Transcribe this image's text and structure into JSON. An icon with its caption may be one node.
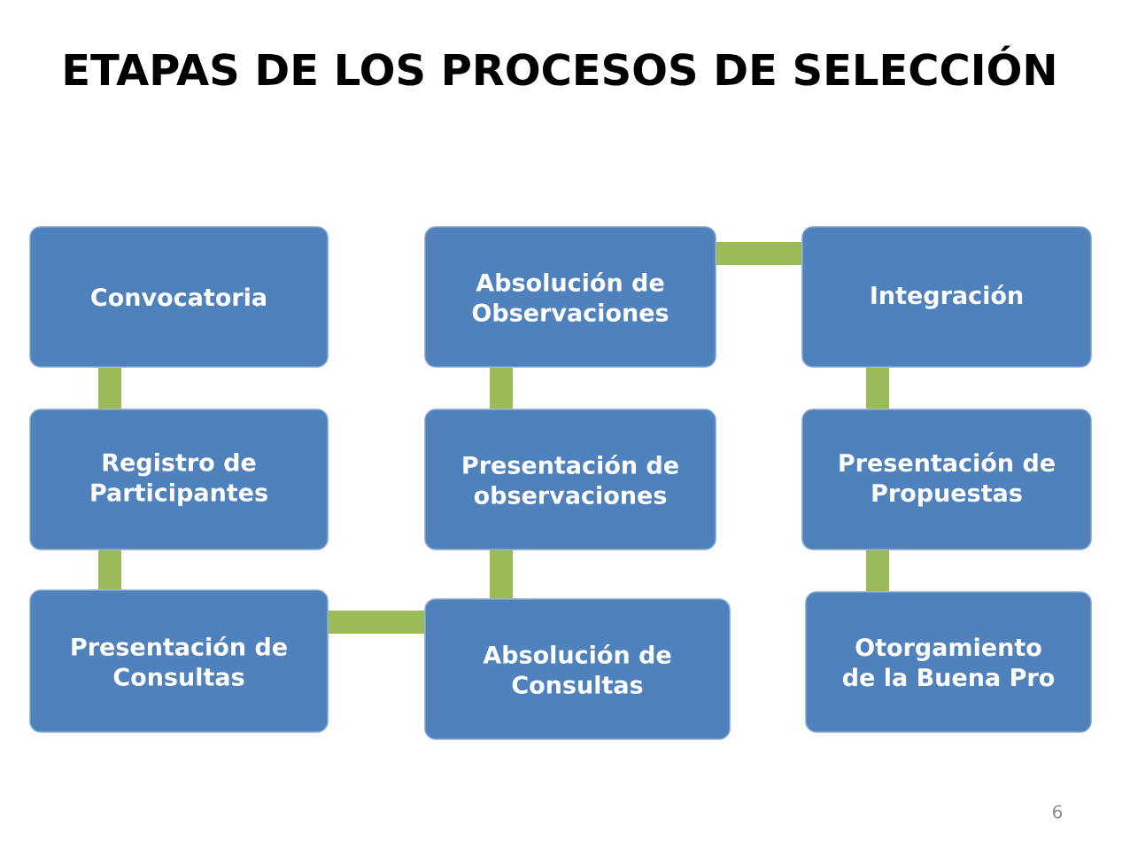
{
  "diagram": {
    "title": "ETAPAS DE LOS PROCESOS DE SELECCIÓN",
    "nodes": [
      {
        "text": [
          "Convocatoria"
        ]
      },
      {
        "text": [
          "Registro de Participantes"
        ]
      },
      {
        "text": [
          "Presentación de Consultas"
        ]
      },
      {
        "text": [
          "Absolución de Observaciones"
        ]
      },
      {
        "text": [
          "Presentación de observaciones"
        ]
      },
      {
        "text": [
          "Absolución de Consultas"
        ]
      },
      {
        "text": [
          "Integración"
        ]
      },
      {
        "text": [
          "Presentación de Propuestas"
        ]
      },
      {
        "text": [
          "Otorgamiento de la Buena Pro"
        ]
      }
    ],
    "edges": [
      {
        "from": 0,
        "to": 1,
        "arrow": "none"
      },
      {
        "from": 1,
        "to": 2,
        "arrow": "none"
      },
      {
        "from": 2,
        "to": 5,
        "arrow": "none"
      },
      {
        "from": 5,
        "to": 4,
        "arrow": "none"
      },
      {
        "from": 4,
        "to": 3,
        "arrow": "none"
      },
      {
        "from": 3,
        "to": 6,
        "arrow": "none"
      },
      {
        "from": 6,
        "to": 7,
        "arrow": "none"
      },
      {
        "from": 7,
        "to": 8,
        "arrow": "none"
      }
    ],
    "labels": [
      "6"
    ]
  }
}
